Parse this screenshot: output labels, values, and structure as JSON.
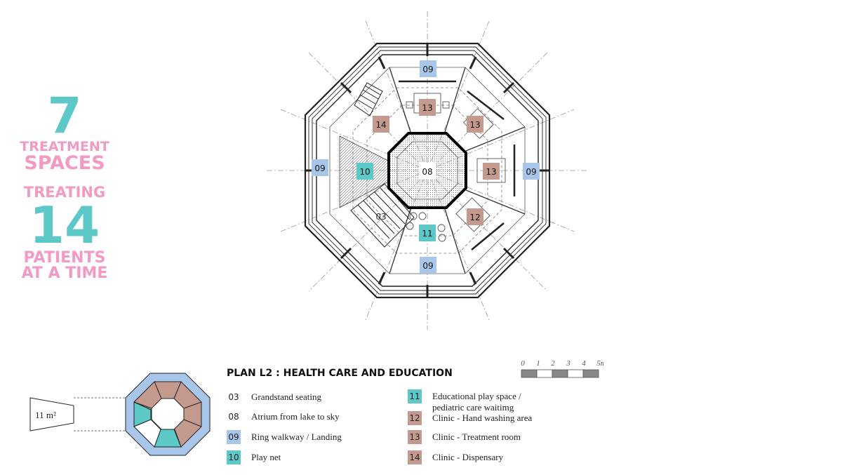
{
  "stats": {
    "num_spaces": "7",
    "spaces_line1": "TREATMENT",
    "spaces_line2": "SPACES",
    "treating": "TREATING",
    "num_patients": "14",
    "patients_line1": "PATIENTS",
    "patients_line2": "AT A TIME"
  },
  "colors": {
    "blue": "#a8c6ea",
    "teal": "#5cc8c8",
    "brown": "#c59a8e",
    "pink": "#f29ac4"
  },
  "plan_labels": {
    "n09": "09",
    "w09": "09",
    "e09": "09",
    "s09": "09",
    "c08": "08",
    "l10": "10",
    "r14": "14",
    "r13a": "13",
    "r13b": "13",
    "r13c": "13",
    "r12": "12",
    "r11": "11",
    "g03": "03"
  },
  "area_label": "11 m²",
  "legend": {
    "title": "PLAN L2 : HEALTH CARE AND EDUCATION",
    "items": [
      {
        "num": "03",
        "text": "Grandstand seating",
        "color": ""
      },
      {
        "num": "08",
        "text": "Atrium from lake to sky",
        "color": ""
      },
      {
        "num": "09",
        "text": "Ring walkway / Landing",
        "color": "#a8c6ea"
      },
      {
        "num": "10",
        "text": "Play net",
        "color": "#5cc8c8"
      },
      {
        "num": "11",
        "text": "Educational play space /",
        "text2": "pediatric care waitimg",
        "color": "#5cc8c8"
      },
      {
        "num": "12",
        "text": "Clinic - Hand washing area",
        "color": "#c59a8e"
      },
      {
        "num": "13",
        "text": "Clinic - Treatment room",
        "color": "#c59a8e"
      },
      {
        "num": "14",
        "text": "Clinic - Dispensary",
        "color": "#c59a8e"
      }
    ]
  },
  "scale": {
    "ticks": [
      "0",
      "1",
      "2",
      "3",
      "4",
      "5m"
    ]
  }
}
